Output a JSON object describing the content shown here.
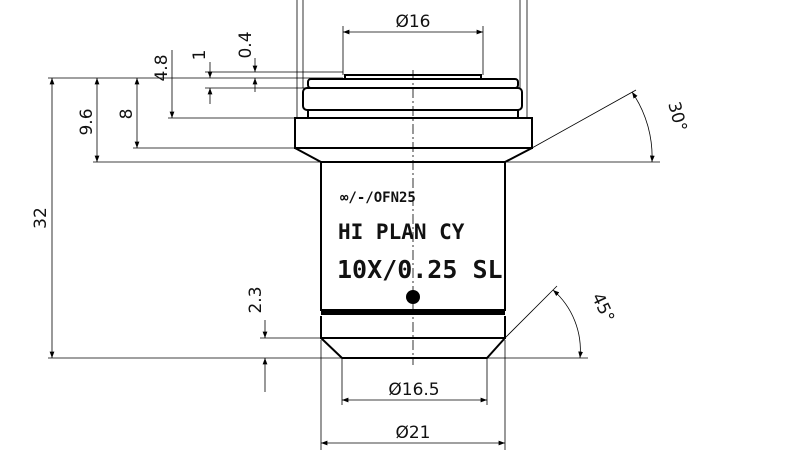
{
  "drawing": {
    "engraving": {
      "line1": "∞/-/OFN25",
      "line2": "HI PLAN CY",
      "line3": "10X/0.25 SL"
    },
    "dimensions": {
      "dia_top": "Ø16",
      "dia_bottom": "Ø16.5",
      "dia_body": "Ø21",
      "length_total": "32",
      "height_9_6": "9.6",
      "height_8": "8",
      "height_4_8": "4.8",
      "height_1": "1",
      "height_0_4": "0.4",
      "height_2_3": "2.3",
      "angle_top": "30°",
      "angle_bottom": "45°"
    }
  }
}
